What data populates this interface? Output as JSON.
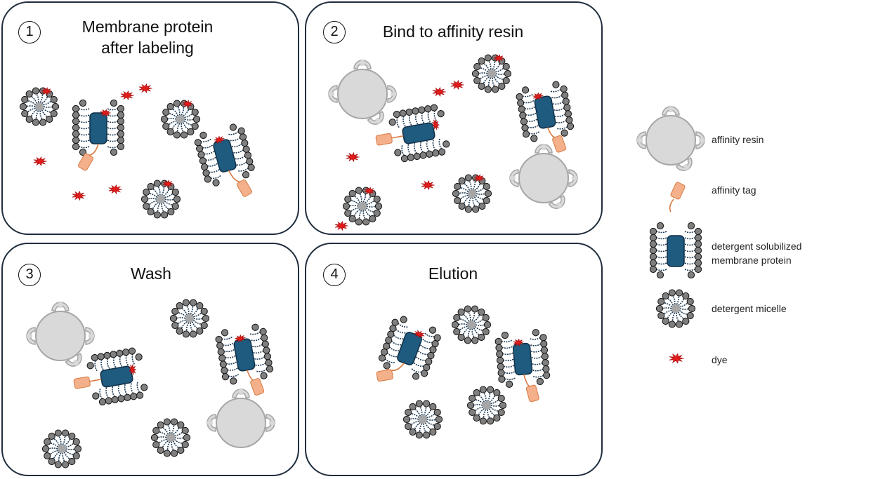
{
  "panels": [
    {
      "number": "1",
      "title_line1": "Membrane protein",
      "title_line2": "after labeling"
    },
    {
      "number": "2",
      "title_line1": "Bind to affinity resin",
      "title_line2": ""
    },
    {
      "number": "3",
      "title_line1": "Wash",
      "title_line2": ""
    },
    {
      "number": "4",
      "title_line1": "Elution",
      "title_line2": ""
    }
  ],
  "legend": {
    "affinity_resin": "affinity resin",
    "affinity_tag": "affinity tag",
    "protein_line1": "detergent solubilized",
    "protein_line2": "membrane protein",
    "micelle": "detergent micelle",
    "dye": "dye"
  },
  "colors": {
    "border": "#1f2d3d",
    "protein": "#1f5a7f",
    "protein_stroke": "#0f2f46",
    "tag": "#f4b08a",
    "tag_stroke": "#d77a44",
    "resin": "#d9d9d9",
    "resin_stroke": "#a6a6a6",
    "micelle_head": "#7f7f7f",
    "micelle_core": "#a6a6a6",
    "tail": "#1f3c55",
    "dye": "#e01c1c"
  }
}
